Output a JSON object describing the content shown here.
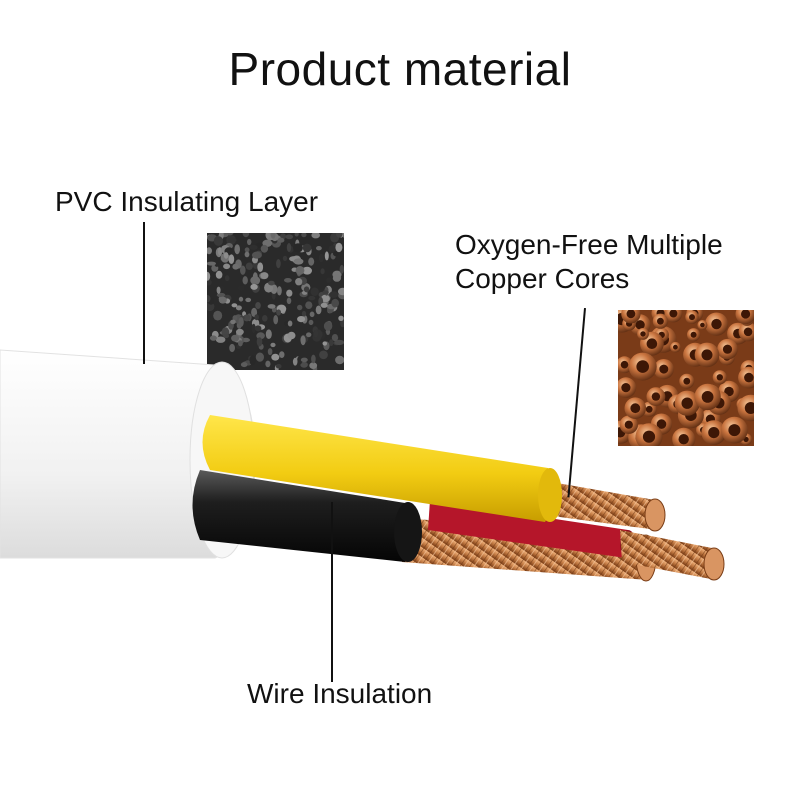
{
  "title": "Product material",
  "labels": {
    "pvc": "PVC Insulating Layer",
    "copper_line1": "Oxygen-Free Multiple",
    "copper_line2": "Copper Cores",
    "wire": "Wire Insulation"
  },
  "colors": {
    "sheath": "#f4f4f4",
    "yellow_insulation": "#f4d21a",
    "black_insulation": "#1c1c1c",
    "red_insulation": "#c0182a",
    "copper": "#c9824a"
  }
}
